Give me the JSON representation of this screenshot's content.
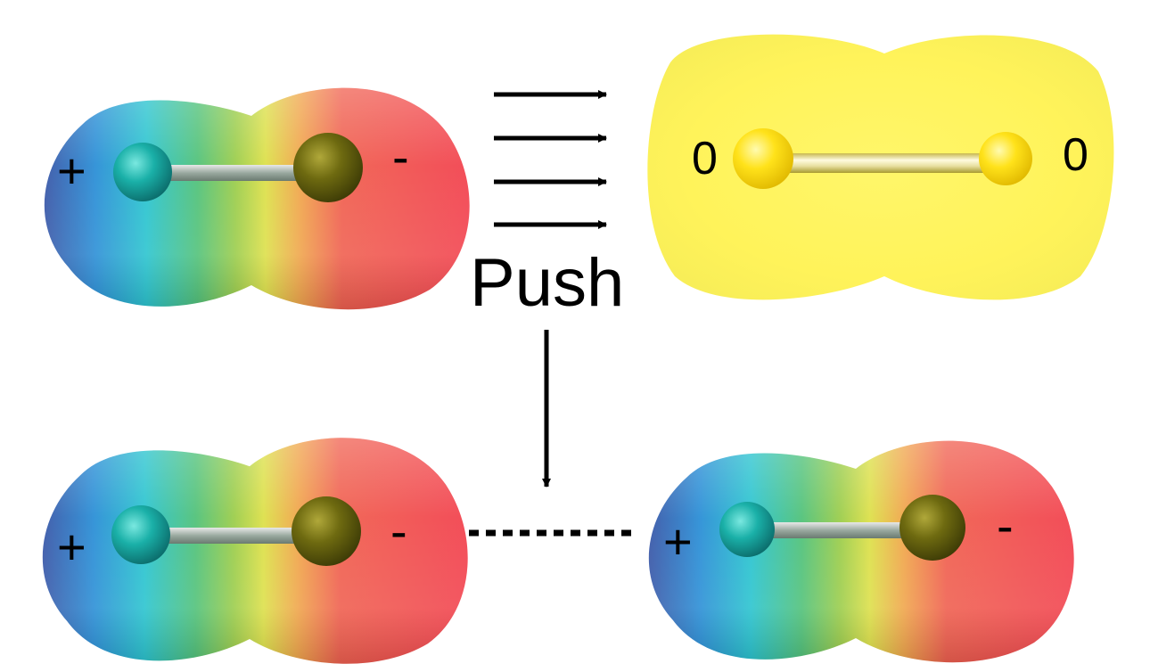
{
  "colors": {
    "positive_end": "#2f5fbf",
    "negative_end": "#ef3f4a",
    "neutral_surface": "#fff25a",
    "positive_atom": "#1aa3a0",
    "negative_atom": "#5a5a10",
    "neutral_atom": "#ffd91a",
    "arrow": "#000000"
  },
  "molecules": {
    "polar_top": {
      "positive_label": "+",
      "negative_label": "-"
    },
    "neutral": {
      "left_label": "0",
      "right_label": "0"
    },
    "polar_bottom_left": {
      "positive_label": "+",
      "negative_label": "-"
    },
    "polar_bottom_right": {
      "positive_label": "+",
      "negative_label": "-"
    }
  },
  "push_label": "Push",
  "icons": [
    "push-arrow-icon",
    "down-arrow-icon",
    "dotted-interaction-line"
  ]
}
